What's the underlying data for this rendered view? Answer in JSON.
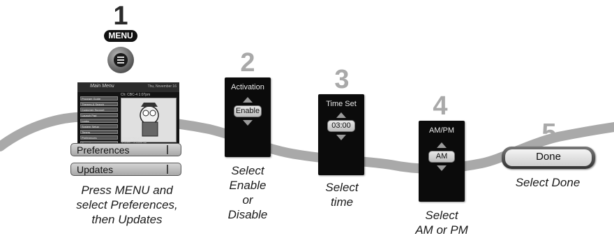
{
  "step1": {
    "number": "1",
    "menu_label": "MENU",
    "menu_button_icon": "hamburger-icon",
    "tv": {
      "menu_title": "Main Menu",
      "header_info": "Thu, November 16",
      "channel_info": "Ch: CBC-4    1:07pm",
      "list_items": [
        "Program Guide",
        "Themes & Search",
        "Customer Support",
        "Launch Pad",
        "Locks",
        "System Setup",
        "Timers",
        "Preferences",
        "Cancel"
      ],
      "now_playing": "Digger Boudan",
      "time_slot": "1:00pm - 1:30pm 88"
    },
    "preferences_label": "Preferences",
    "updates_label": "Updates",
    "caption": [
      "Press MENU and",
      "select Preferences,",
      "then Updates"
    ]
  },
  "step2": {
    "number": "2",
    "panel_title": "Activation",
    "value": "Enable",
    "caption": [
      "Select",
      "Enable",
      "or",
      "Disable"
    ]
  },
  "step3": {
    "number": "3",
    "panel_title": "Time Set",
    "value": "03:00",
    "caption": [
      "Select",
      "time"
    ]
  },
  "step4": {
    "number": "4",
    "panel_title": "AM/PM",
    "value": "AM",
    "caption": [
      "Select",
      "AM or PM"
    ]
  },
  "step5": {
    "number": "5",
    "done_label": "Done",
    "caption": [
      "Select Done"
    ]
  },
  "colors": {
    "wave": "#a9a9a9",
    "step_number_gray": "#a9a9a9",
    "panel_bg": "#0b0b0b"
  }
}
